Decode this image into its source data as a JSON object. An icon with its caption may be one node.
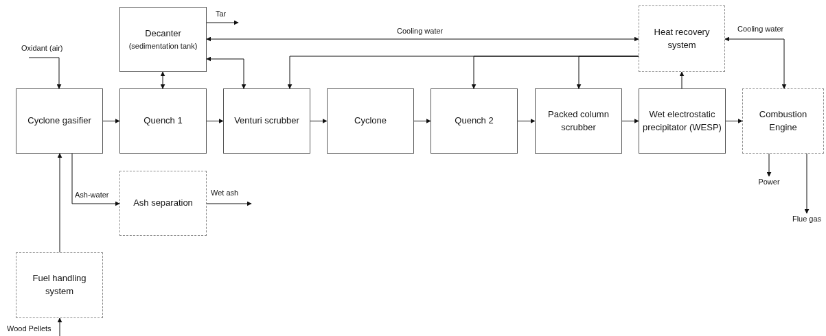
{
  "diagram": {
    "nodes": [
      {
        "text": [
          "Decanter",
          "(sedimentation tank)"
        ]
      },
      {
        "text": [
          "Heat recovery system"
        ]
      },
      {
        "text": [
          "Cyclone gasifier"
        ]
      },
      {
        "text": [
          "Quench 1"
        ]
      },
      {
        "text": [
          "Venturi scrubber"
        ]
      },
      {
        "text": [
          "Cyclone"
        ]
      },
      {
        "text": [
          "Quench 2"
        ]
      },
      {
        "text": [
          "Packed column scrubber"
        ]
      },
      {
        "text": [
          "Wet electrostatic precipitator (WESP)"
        ]
      },
      {
        "text": [
          "Combustion Engine"
        ]
      },
      {
        "text": [
          "Ash separation"
        ]
      },
      {
        "text": [
          "Fuel handling system"
        ]
      },
      {
        "text": [
          "Power"
        ]
      },
      {
        "text": [
          "Flue gas"
        ]
      }
    ],
    "edges": [
      {
        "from": null,
        "to": 2,
        "arrow": "to",
        "label": "Oxidant (air)"
      },
      {
        "from": 2,
        "to": 3,
        "arrow": "to"
      },
      {
        "from": 3,
        "to": 4,
        "arrow": "to"
      },
      {
        "from": 4,
        "to": 5,
        "arrow": "to"
      },
      {
        "from": 5,
        "to": 6,
        "arrow": "to"
      },
      {
        "from": 6,
        "to": 7,
        "arrow": "to"
      },
      {
        "from": 7,
        "to": 8,
        "arrow": "to"
      },
      {
        "from": 8,
        "to": 9,
        "arrow": "to"
      },
      {
        "from": 0,
        "to": 3,
        "arrow": "both"
      },
      {
        "from": 0,
        "to": 4,
        "arrow": "both"
      },
      {
        "from": 0,
        "to": 1,
        "arrow": "both",
        "label": "Cooling water"
      },
      {
        "from": 1,
        "to": 4,
        "arrow": "to"
      },
      {
        "from": 1,
        "to": 6,
        "arrow": "to"
      },
      {
        "from": 1,
        "to": 7,
        "arrow": "to"
      },
      {
        "from": 8,
        "to": 1,
        "arrow": "to"
      },
      {
        "from": 1,
        "to": 9,
        "arrow": "both",
        "label": "Cooling water"
      },
      {
        "from": 2,
        "to": 10,
        "arrow": "to",
        "label": "Ash-water"
      },
      {
        "from": 10,
        "to": null,
        "arrow": "to",
        "label": "Wet ash"
      },
      {
        "from": 11,
        "to": 2,
        "arrow": "to"
      },
      {
        "from": null,
        "to": 11,
        "arrow": "to",
        "label": "Wood Pellets"
      },
      {
        "from": 0,
        "to": null,
        "arrow": "to",
        "label": "Tar"
      },
      {
        "from": 9,
        "to": 12,
        "arrow": "to"
      },
      {
        "from": 9,
        "to": 13,
        "arrow": "to"
      }
    ]
  }
}
